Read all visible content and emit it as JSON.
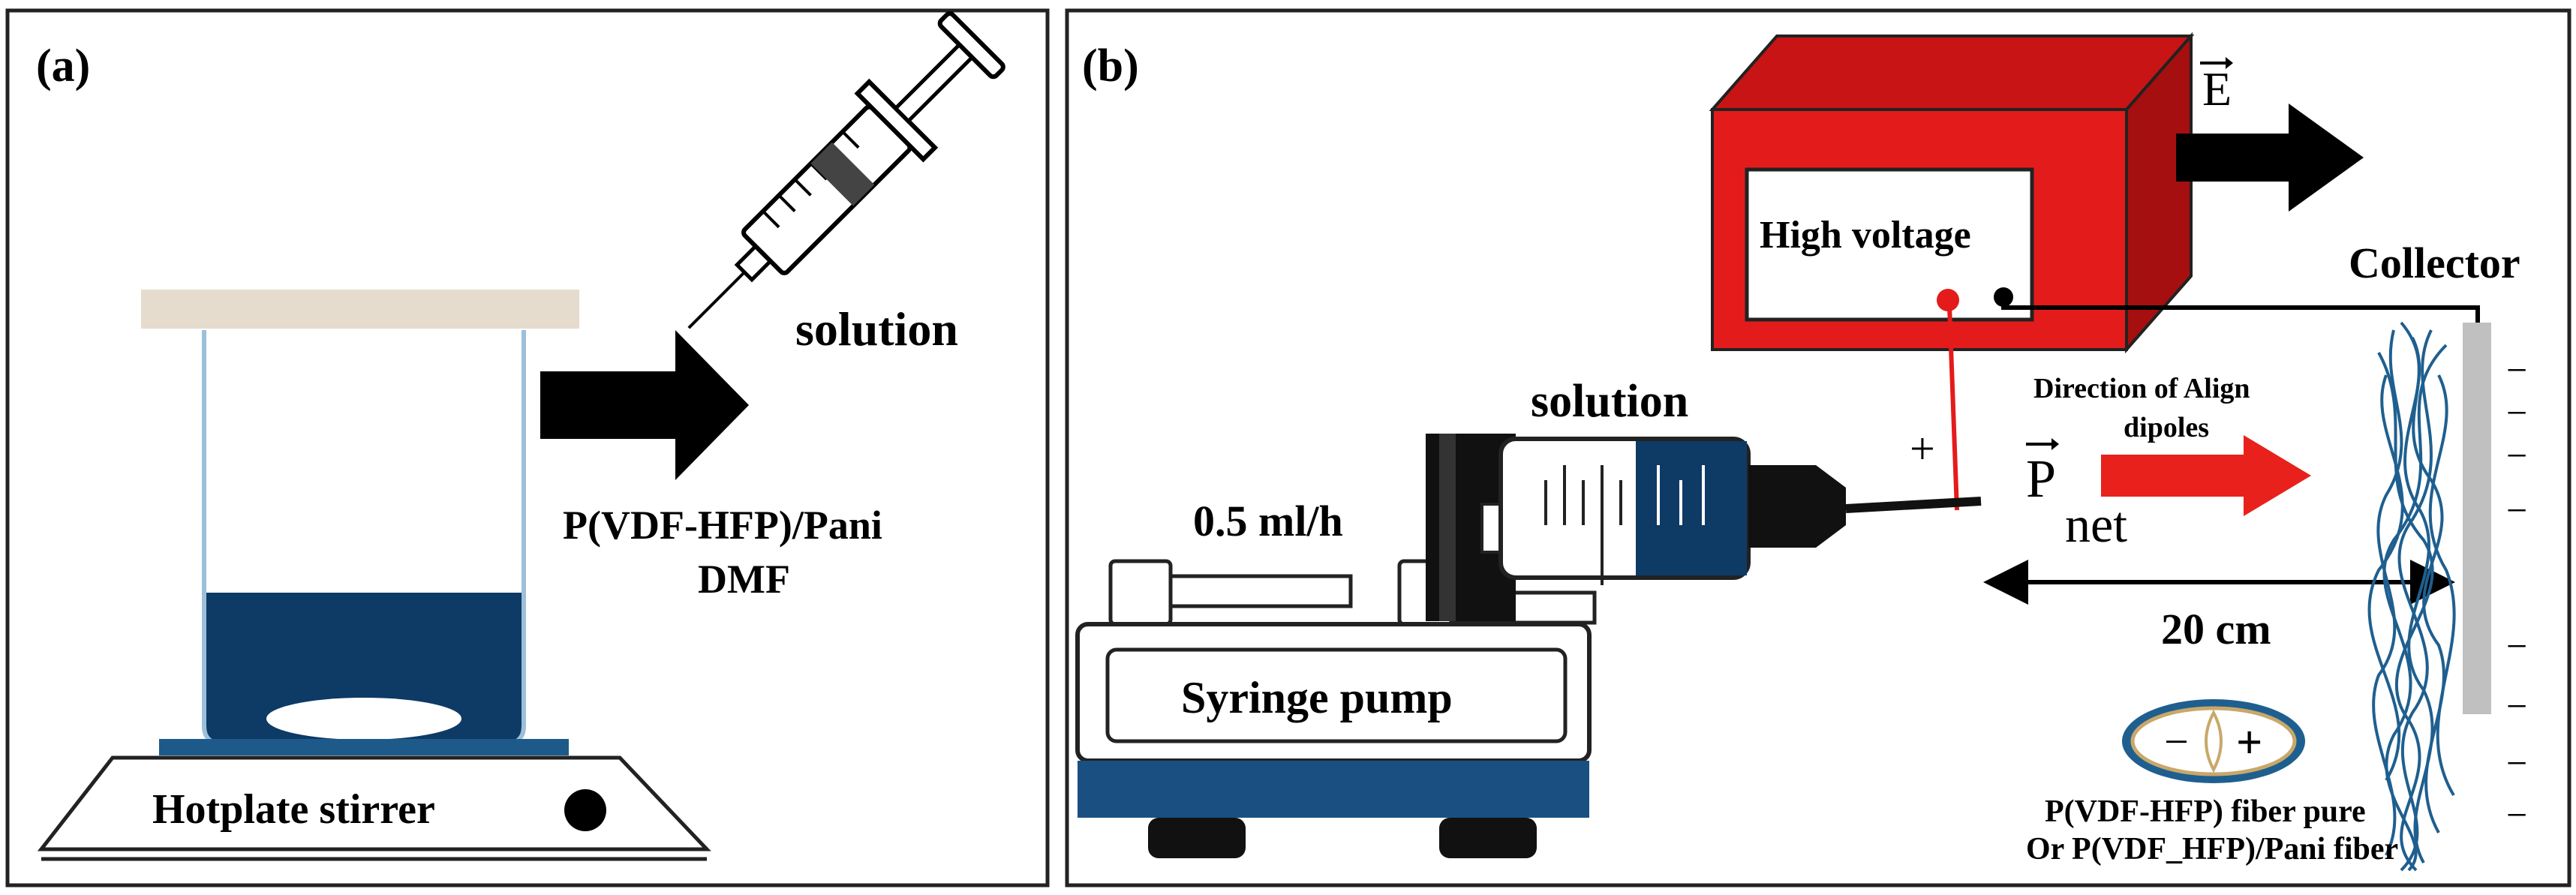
{
  "panel_a": {
    "label": "(a)",
    "solution_label": "solution",
    "polymer_label": "P(VDF-HFP)/Pani",
    "solvent_label": "DMF",
    "hotplate_label": "Hotplate stirrer"
  },
  "panel_b": {
    "label": "(b)",
    "high_voltage_label": "High voltage",
    "field_symbol": "E",
    "collector_label": "Collector",
    "solution_label": "solution",
    "flow_rate_label": "0.5 ml/h",
    "pump_label": "Syringe pump",
    "plus_sign": "+",
    "direction_label_line1": "Direction of Align",
    "direction_label_line2": "dipoles",
    "polarization_symbol": "P",
    "polarization_subscript": "net",
    "distance_label": "20 cm",
    "dipole_minus": "−",
    "dipole_plus": "+",
    "fiber_label_line1": "P(VDF-HFP)  fiber pure",
    "fiber_label_line2": "Or P(VDF_HFP)/Pani fiber",
    "minus_mark": "−"
  },
  "colors": {
    "liquid": "#0e3a66",
    "hv_box": "#e41b1b",
    "hv_box_top": "#c81414",
    "hv_box_side": "#a50f0f",
    "lid": "#e5dccd",
    "plate": "#1d5a8a",
    "pump_base": "#1a4f82",
    "fiber": "#1f5f8f",
    "collector": "#c0c0c0",
    "arrow_red": "#e8211c"
  }
}
